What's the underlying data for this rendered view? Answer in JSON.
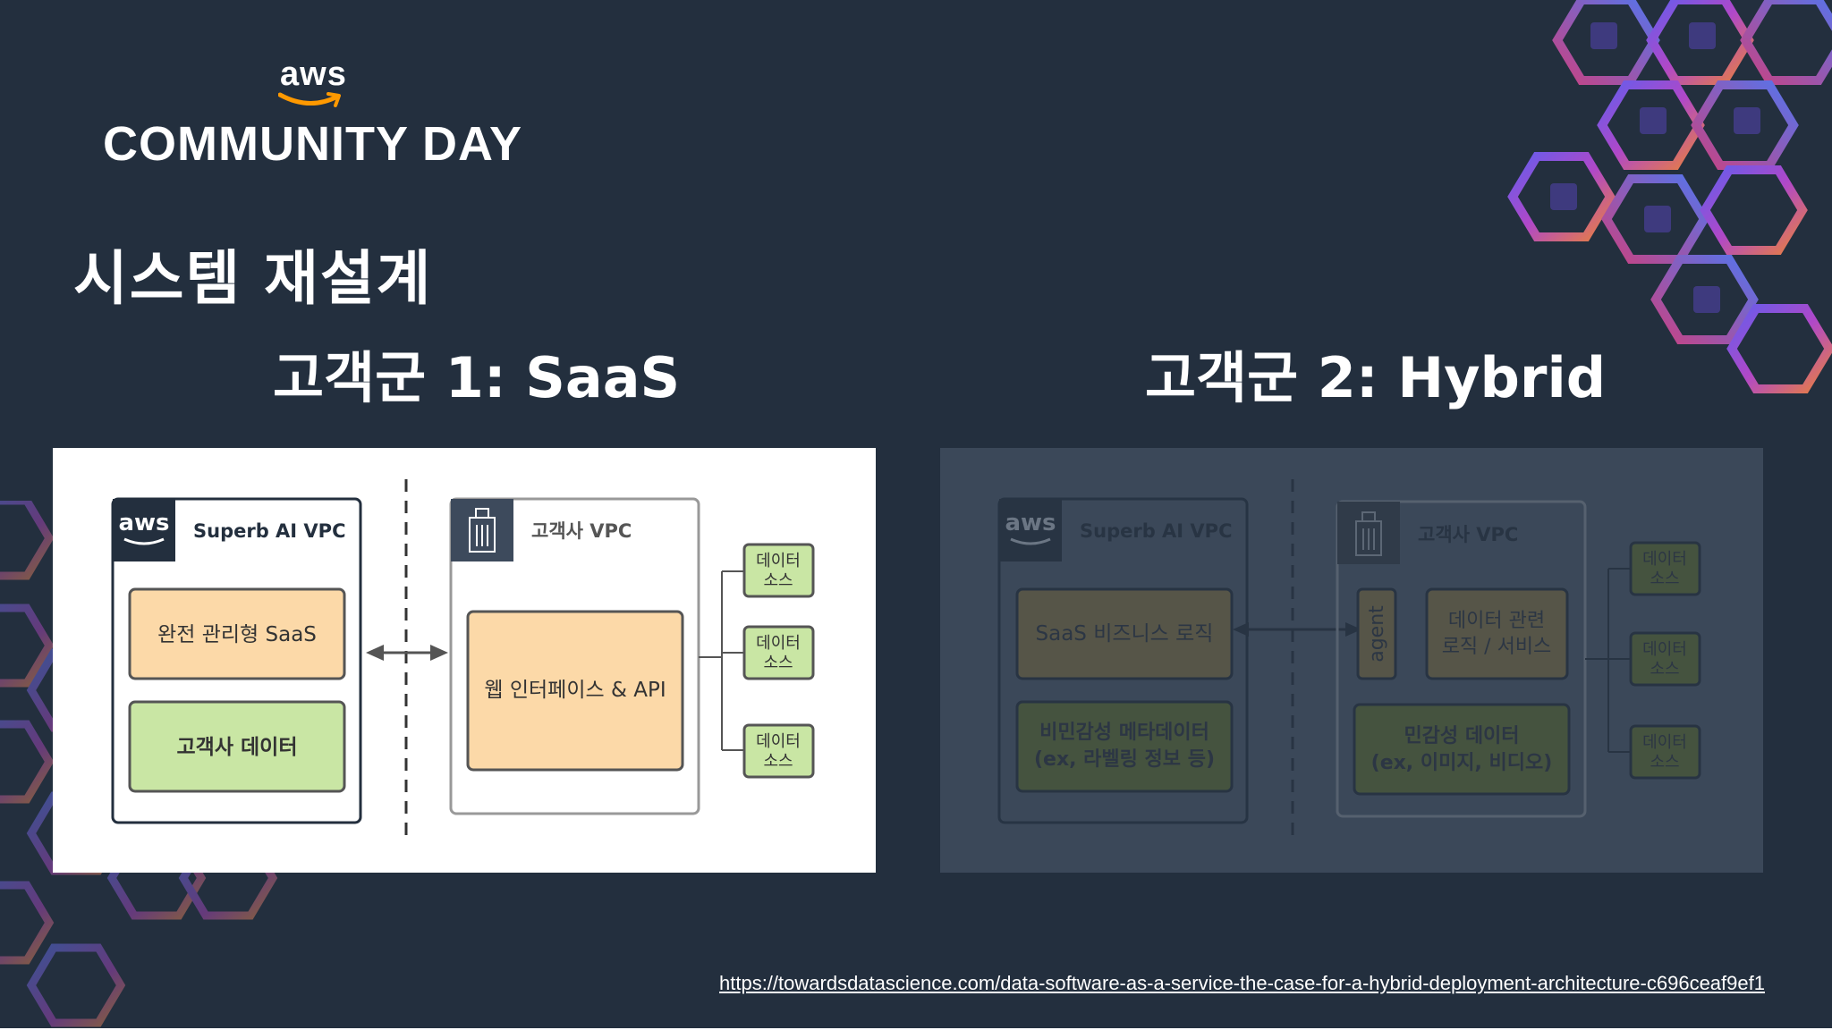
{
  "brand": {
    "aws_word": "aws",
    "event_name": "COMMUNITY DAY"
  },
  "slide": {
    "title": "시스템 재설계",
    "link": "https://towardsdatascience.com/data-software-as-a-service-the-case-for-a-hybrid-deployment-architecture-c696ceaf9ef1"
  },
  "groups": {
    "saas": {
      "title": "고객군 1: SaaS",
      "aws_vpc_label": "Superb AI VPC",
      "aws_tag": "aws",
      "managed_saas": "완전 관리형 SaaS",
      "customer_data": "고객사 데이터",
      "customer_vpc_label": "고객사 VPC",
      "web_api": "웹 인터페이스 & API",
      "data_sources": [
        {
          "line1": "데이터",
          "line2": "소스"
        },
        {
          "line1": "데이터",
          "line2": "소스"
        },
        {
          "line1": "데이터",
          "line2": "소스"
        }
      ]
    },
    "hybrid": {
      "title": "고객군 2: Hybrid",
      "aws_vpc_label": "Superb AI VPC",
      "aws_tag": "aws",
      "business_logic": "SaaS 비즈니스 로직",
      "meta_line1": "비민감성 메타데이터",
      "meta_line2": "(ex, 라벨링 정보 등)",
      "customer_vpc_label": "고객사 VPC",
      "agent": "agent",
      "data_logic_line1": "데이터 관련",
      "data_logic_line2": "로직 / 서비스",
      "sensitive_line1": "민감성 데이터",
      "sensitive_line2": "(ex, 이미지, 비디오)",
      "data_sources": [
        {
          "line1": "데이터",
          "line2": "소스"
        },
        {
          "line1": "데이터",
          "line2": "소스"
        },
        {
          "line1": "데이터",
          "line2": "소스"
        }
      ]
    }
  },
  "colors": {
    "background": "#232f3e",
    "orange_box": "#fcd9a8",
    "green_box": "#c9e6a4",
    "vpc_header": "#232f3e"
  }
}
